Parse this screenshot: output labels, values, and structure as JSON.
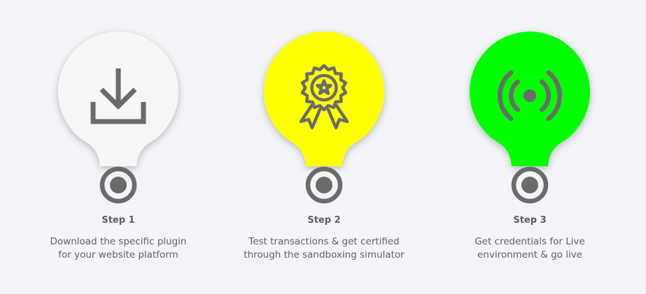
{
  "steps": [
    {
      "title": "Step 1",
      "line1": "Download the specific plugin",
      "line2": "for your website platform",
      "color": "#f6f6f6",
      "icon": "download-icon"
    },
    {
      "title": "Step 2",
      "line1": "Test transactions & get certified",
      "line2": "through the sandboxing simulator",
      "color": "#ffff00",
      "icon": "award-badge-icon"
    },
    {
      "title": "Step 3",
      "line1": "Get credentials for Live",
      "line2": "environment & go live",
      "color": "#00ff00",
      "icon": "broadcast-icon"
    }
  ],
  "theme": {
    "background": "#f3f4f8",
    "icon_color": "#6b6b6b",
    "text_color": "#616161"
  }
}
